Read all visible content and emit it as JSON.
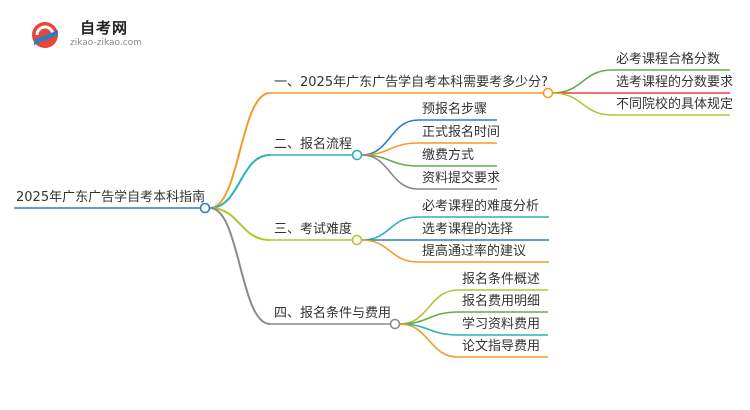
{
  "logo": {
    "title": "自考网",
    "subtitle": "zikao-zikao.com"
  },
  "mindmap": {
    "root": "2025年广东广告学自考本科指南",
    "branches": [
      {
        "label": "一、2025年广东广告学自考本科需要考多少分?",
        "color": "#f39a2b",
        "children": [
          {
            "label": "必考课程合格分数",
            "color": "#6aa84f"
          },
          {
            "label": "选考课程的分数要求",
            "color": "#e8453c"
          },
          {
            "label": "不同院校的具体规定",
            "color": "#b5c334"
          }
        ]
      },
      {
        "label": "二、报名流程",
        "color": "#2ab3b3",
        "children": [
          {
            "label": "预报名步骤",
            "color": "#2a7fc1"
          },
          {
            "label": "正式报名时间",
            "color": "#f39a2b"
          },
          {
            "label": "缴费方式",
            "color": "#6aa84f"
          },
          {
            "label": "资料提交要求",
            "color": "#8a8a8a"
          }
        ]
      },
      {
        "label": "三、考试难度",
        "color": "#b5c334",
        "children": [
          {
            "label": "必考课程的难度分析",
            "color": "#2ab3b3"
          },
          {
            "label": "选考课程的选择",
            "color": "#2a7fc1"
          },
          {
            "label": "提高通过率的建议",
            "color": "#f39a2b"
          }
        ]
      },
      {
        "label": "四、报名条件与费用",
        "color": "#8a8a8a",
        "children": [
          {
            "label": "报名条件概述",
            "color": "#b5c334"
          },
          {
            "label": "报名费用明细",
            "color": "#6aa84f"
          },
          {
            "label": "学习资料费用",
            "color": "#2ab3b3"
          },
          {
            "label": "论文指导费用",
            "color": "#f39a2b"
          }
        ]
      }
    ]
  }
}
